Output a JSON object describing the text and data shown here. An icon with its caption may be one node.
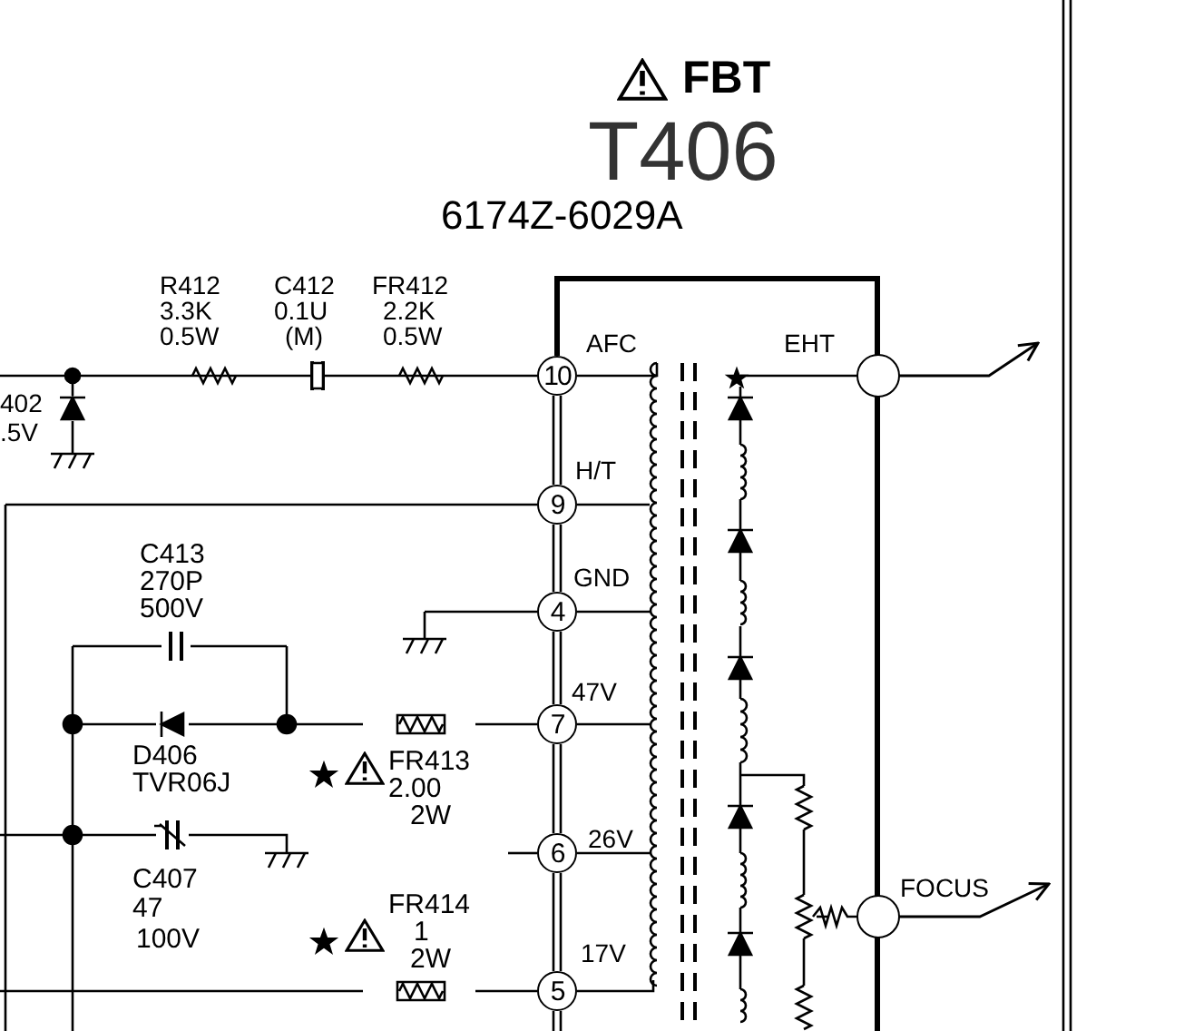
{
  "diagram": {
    "nodes": [
      {
        "text": [],
        "shape": "box"
      },
      {
        "text": [
          "10"
        ],
        "beside": [
          "AFC"
        ]
      },
      {
        "text": [
          "9"
        ],
        "beside": [
          "H/T"
        ]
      },
      {
        "text": [
          "4"
        ],
        "beside": [
          "GND"
        ]
      },
      {
        "text": [
          "7"
        ],
        "beside": [
          "47V"
        ]
      },
      {
        "text": [
          "6"
        ],
        "beside": [
          "26V"
        ]
      },
      {
        "text": [
          "5"
        ],
        "beside": [
          "17V"
        ]
      },
      {
        "text": [],
        "shape": "circle"
      },
      {
        "text": [],
        "shape": "circle",
        "beside": [
          "FOCUS"
        ]
      }
    ],
    "edges": [
      {
        "from": 7,
        "to": null,
        "arrow": "to"
      },
      {
        "from": 8,
        "to": null,
        "arrow": "to"
      }
    ],
    "labels": [
      "FBT",
      "T406",
      "6174Z-6029A",
      "R412",
      "3.3K",
      "0.5W",
      "C412",
      "0.1U",
      "(M)",
      "FR412",
      "2.2K",
      "0.5W",
      "402",
      ".5V",
      "C413",
      "270P",
      "500V",
      "D406",
      "TVR06J",
      "FR413",
      "2.00",
      "2W",
      "C407",
      "47",
      "100V",
      "FR414",
      "1",
      "2W",
      "EHT"
    ]
  }
}
